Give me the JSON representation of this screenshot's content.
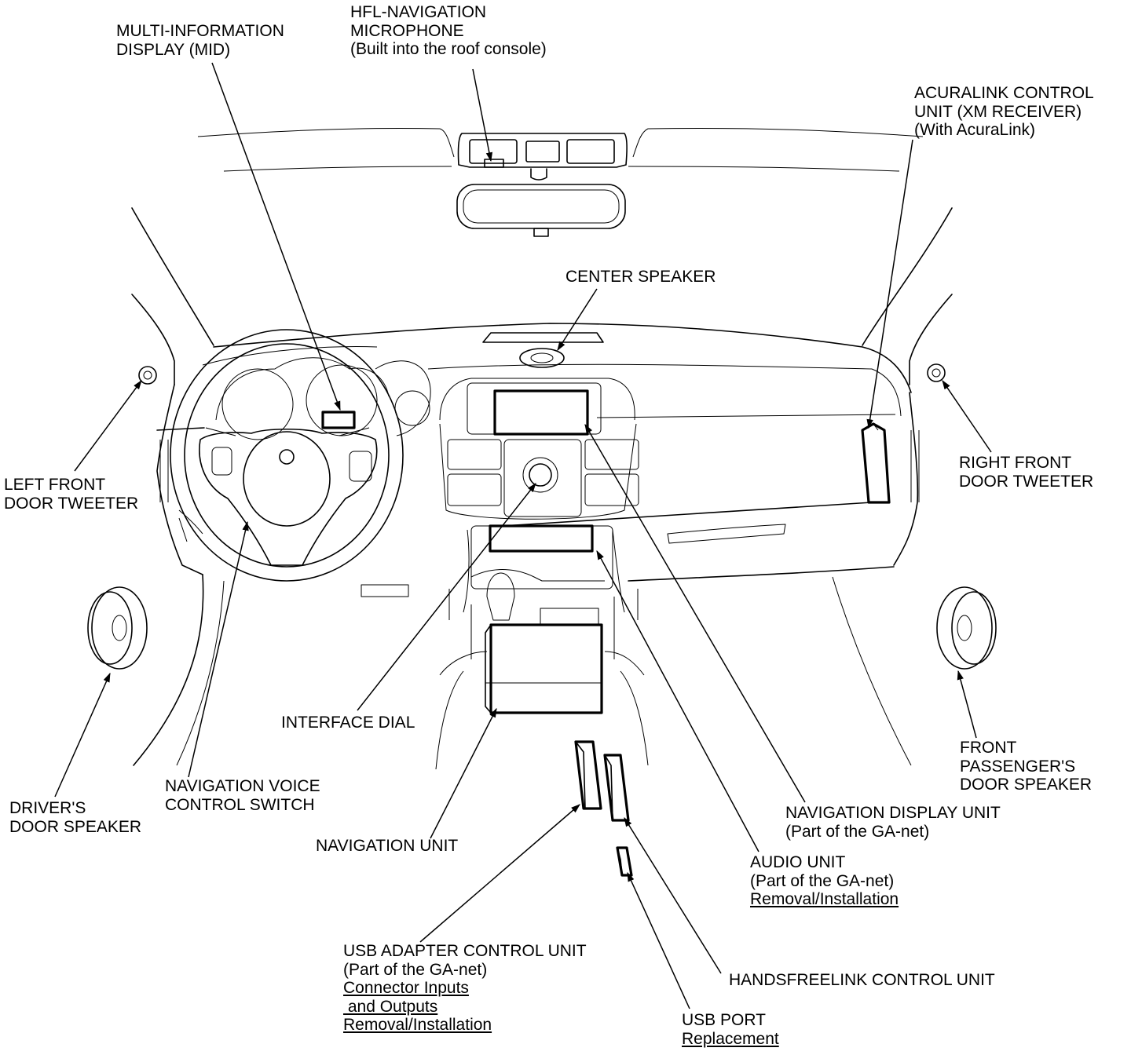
{
  "labels": {
    "mid": [
      "MULTI-INFORMATION",
      "DISPLAY (MID)"
    ],
    "hfl_mic": [
      "HFL-NAVIGATION",
      "MICROPHONE",
      "(Built into the roof console)"
    ],
    "acuralink": [
      "ACURALINK CONTROL",
      "UNIT (XM RECEIVER)",
      "(With AcuraLink)"
    ],
    "center_speaker": "CENTER SPEAKER",
    "left_tweeter": [
      "LEFT FRONT",
      "DOOR TWEETER"
    ],
    "right_tweeter": [
      "RIGHT FRONT",
      "DOOR TWEETER"
    ],
    "interface_dial": "INTERFACE DIAL",
    "driver_speaker": [
      "DRIVER'S",
      "DOOR SPEAKER"
    ],
    "voice_switch": [
      "NAVIGATION VOICE",
      "CONTROL SWITCH"
    ],
    "nav_unit": "NAVIGATION UNIT",
    "passenger_speaker": [
      "FRONT",
      "PASSENGER'S",
      "DOOR SPEAKER"
    ],
    "nav_display": [
      "NAVIGATION DISPLAY UNIT",
      "(Part of the GA-net)"
    ],
    "audio_unit": [
      "AUDIO UNIT",
      "(Part of the GA-net)"
    ],
    "audio_link": "Removal/Installation",
    "usb_adapter": [
      "USB ADAPTER CONTROL UNIT",
      "(Part of the GA-net)"
    ],
    "usb_adapter_links": [
      "Connector Inputs",
      " and Outputs",
      "Removal/Installation"
    ],
    "handsfree": "HANDSFREELINK CONTROL UNIT",
    "usb_port": "USB PORT",
    "usb_port_link": "Replacement"
  }
}
